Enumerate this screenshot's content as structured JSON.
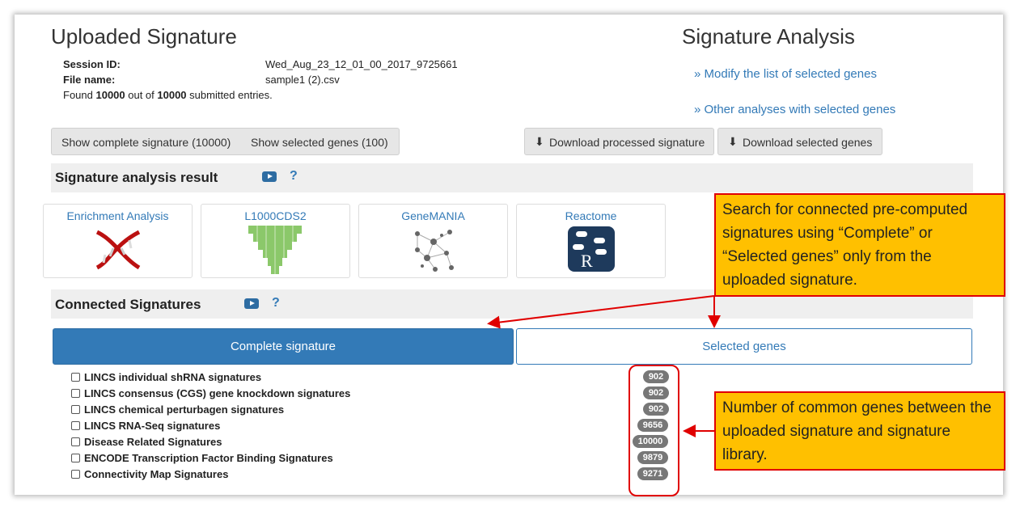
{
  "uploaded": {
    "title": "Uploaded Signature",
    "session_label": "Session ID:",
    "session_value": "Wed_Aug_23_12_01_00_2017_9725661",
    "file_label": "File name:",
    "file_value": "sample1 (2).csv",
    "found_prefix": "Found ",
    "found_count": "10000",
    "found_mid": " out of ",
    "found_total": "10000",
    "found_suffix": " submitted entries."
  },
  "analysis": {
    "title": "Signature Analysis",
    "link_modify": "» Modify the list of selected genes",
    "link_other": "» Other analyses with selected genes"
  },
  "buttons": {
    "show_complete": "Show complete signature (10000)",
    "show_selected": "Show selected genes (100)",
    "download_processed": "Download processed signature",
    "download_selected": "Download selected genes"
  },
  "result_section": {
    "title": "Signature analysis result",
    "help": "?"
  },
  "tools": [
    {
      "label": "Enrichment Analysis",
      "icon": "dna-icon"
    },
    {
      "label": "L1000CDS2",
      "icon": "l1000cds2-icon"
    },
    {
      "label": "GeneMANIA",
      "icon": "network-icon"
    },
    {
      "label": "Reactome",
      "icon": "reactome-icon",
      "icon_letter": "R"
    }
  ],
  "connected_section": {
    "title": "Connected Signatures",
    "help": "?"
  },
  "tabs": {
    "complete": "Complete signature",
    "selected": "Selected genes"
  },
  "libraries": [
    {
      "name": "LINCS individual shRNA signatures",
      "count": "902"
    },
    {
      "name": "LINCS consensus (CGS) gene knockdown signatures",
      "count": "902"
    },
    {
      "name": "LINCS chemical perturbagen signatures",
      "count": "902"
    },
    {
      "name": "LINCS RNA-Seq signatures",
      "count": "9656"
    },
    {
      "name": "Disease Related Signatures",
      "count": "10000"
    },
    {
      "name": "ENCODE Transcription Factor Binding Signatures",
      "count": "9879"
    },
    {
      "name": "Connectivity Map Signatures",
      "count": "9271"
    }
  ],
  "callouts": {
    "search": "Search for connected pre-computed signatures using “Complete” or “Selected genes” only from the uploaded signature.",
    "common": "Number of common genes between the uploaded signature and signature library."
  },
  "colors": {
    "primary": "#337ab7",
    "callout_bg": "#ffc000",
    "callout_border": "#e00000",
    "badge": "#777777"
  }
}
